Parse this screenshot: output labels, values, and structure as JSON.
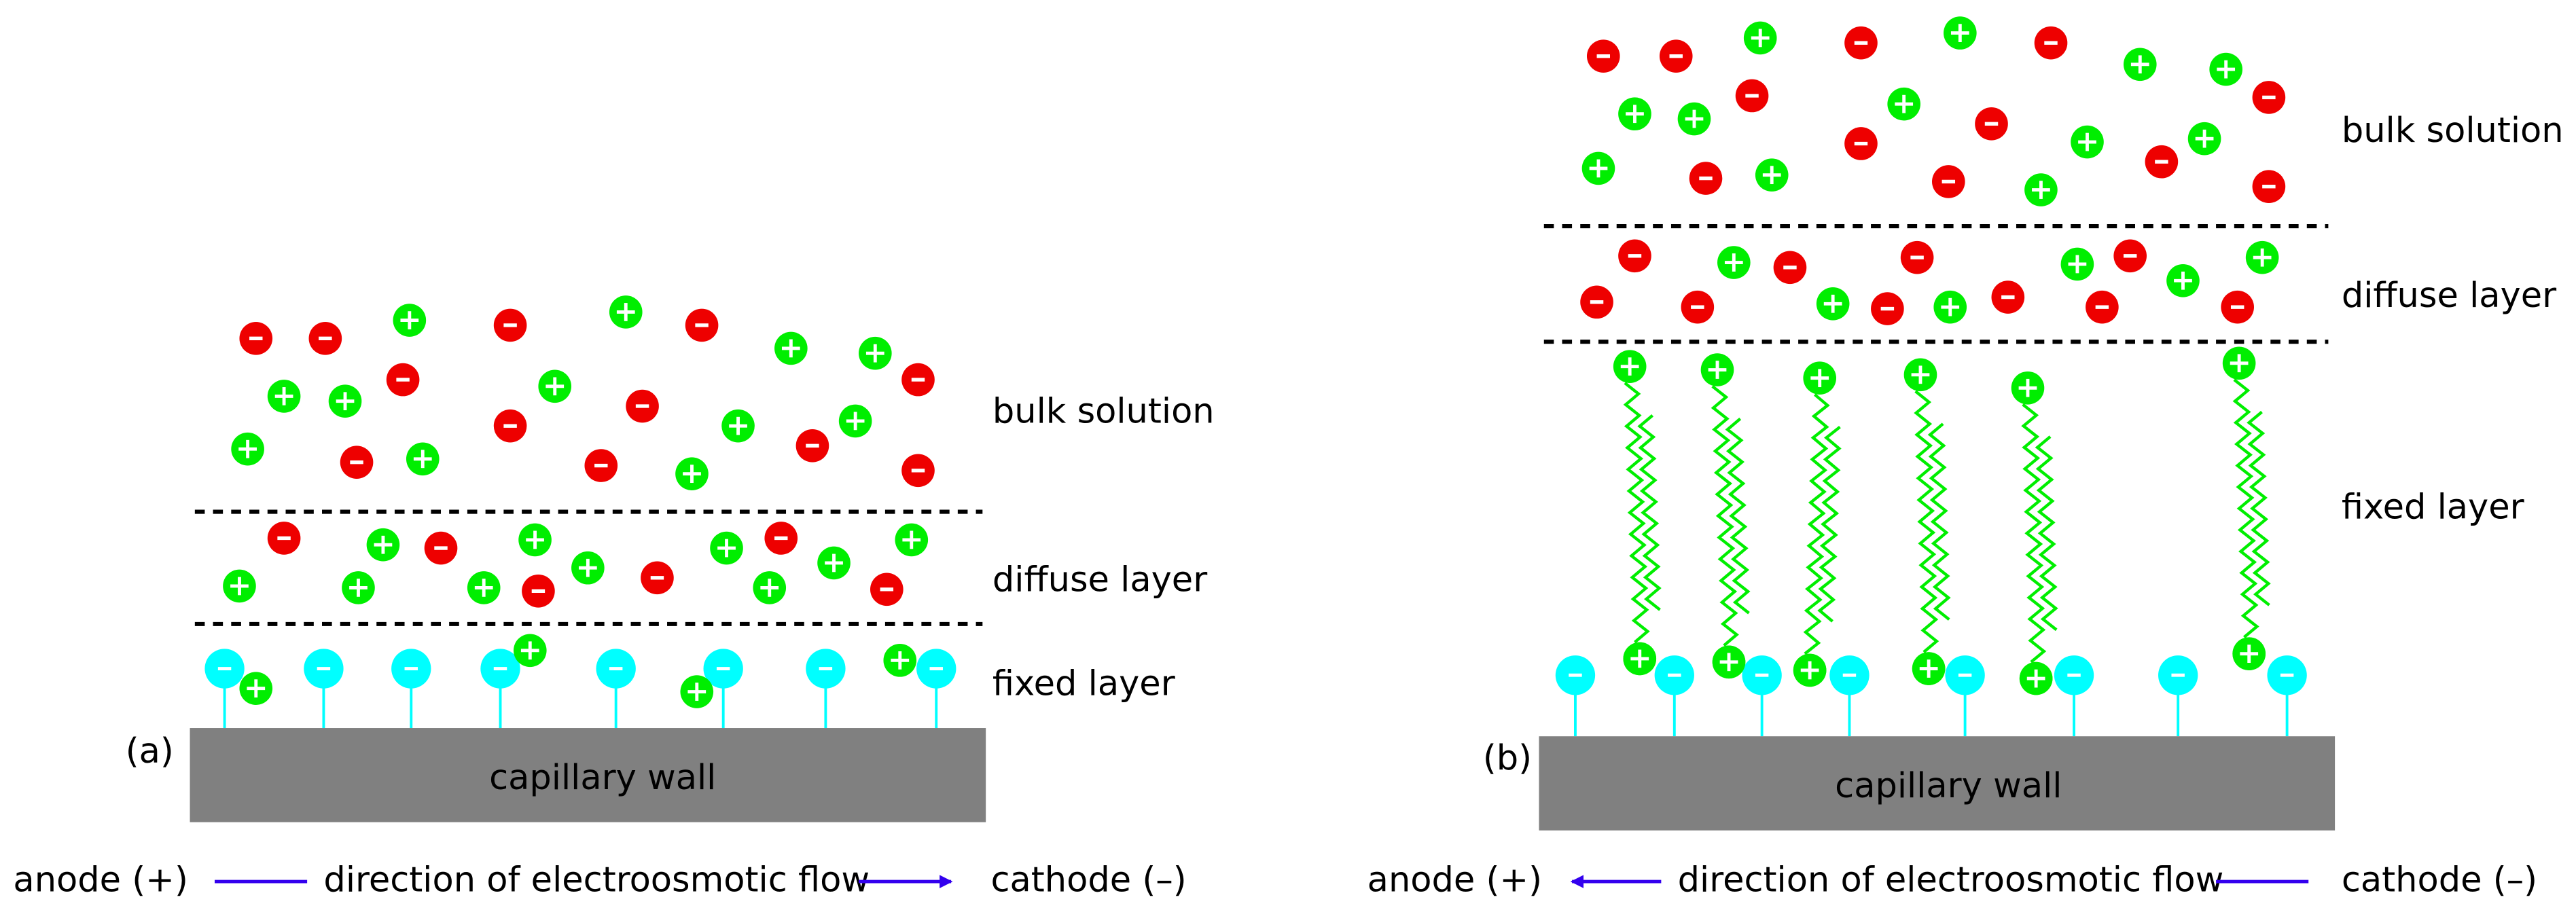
{
  "panels": [
    {
      "id": "a",
      "panel_label": "(a)",
      "layers": {
        "bulk": "bulk solution",
        "diffuse": "diffuse layer",
        "fixed": "fixed layer"
      },
      "wall_label": "capillary wall",
      "flow": {
        "anode": "anode (+)",
        "text": "direction of electroosmotic flow",
        "cathode": "cathode (–)",
        "arrow_direction": "toward cathode"
      }
    },
    {
      "id": "b",
      "panel_label": "(b)",
      "layers": {
        "bulk": "bulk solution",
        "diffuse": "diffuse layer",
        "fixed": "fixed layer"
      },
      "wall_label": "capillary wall",
      "flow": {
        "anode": "anode (+)",
        "text": "direction of electroosmotic flow",
        "cathode": "cathode (–)",
        "arrow_direction": "toward anode"
      }
    }
  ],
  "colors": {
    "cation": "#00ee00",
    "anion": "#ee0000",
    "wall_charge": "#00ffff",
    "wall": "#808080",
    "arrow": "#3300ee",
    "dashed": "#000000"
  },
  "symbols": {
    "plus": "+",
    "minus": "−"
  }
}
